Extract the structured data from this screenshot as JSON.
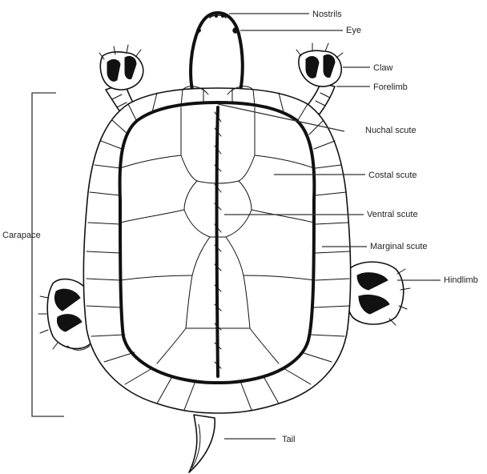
{
  "diagram": {
    "labels": {
      "nostrils": "Nostrils",
      "eye": "Eye",
      "claw": "Claw",
      "forelimb": "Forelimb",
      "nuchal_scute": "Nuchal scute",
      "costal_scute": "Costal scute",
      "ventral_scute": "Ventral scute",
      "marginal_scute": "Marginal scute",
      "hindlimb": "Hindlimb",
      "carapace": "Carapace",
      "tail": "Tail"
    },
    "colors": {
      "ink": "#111111",
      "label_text": "#222222",
      "background": "#ffffff"
    }
  }
}
